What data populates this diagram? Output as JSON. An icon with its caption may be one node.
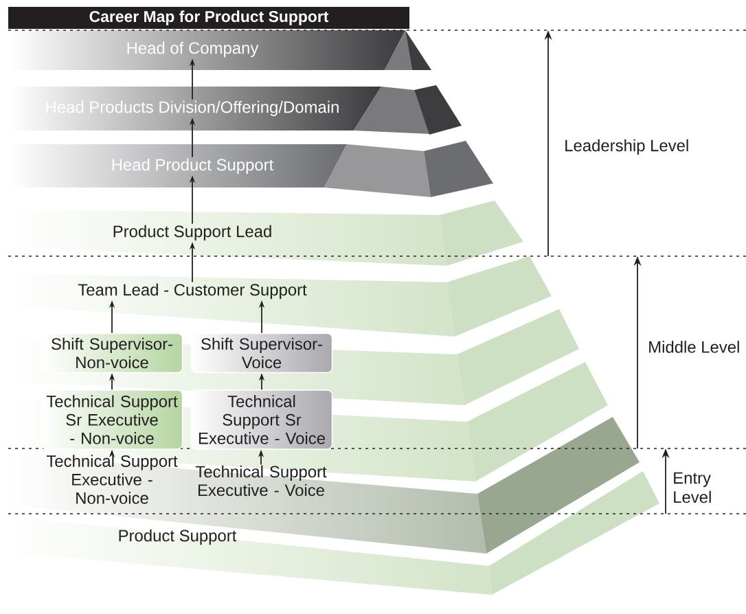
{
  "diagram": {
    "title": "Career Map for Product Support",
    "nodes": [
      {
        "text": [
          "Head of Company"
        ]
      },
      {
        "text": [
          "Head Products Division/Offering/Domain"
        ]
      },
      {
        "text": [
          "Head Product Support"
        ]
      },
      {
        "text": [
          "Product Support Lead"
        ]
      },
      {
        "text": [
          "Team Lead - Customer Support"
        ]
      },
      {
        "text": [
          "Shift Supervisor- Non-voice"
        ]
      },
      {
        "text": [
          "Shift Supervisor- Voice"
        ]
      },
      {
        "text": [
          "Technical Support Sr Executive - Non-voice"
        ]
      },
      {
        "text": [
          "Technical Support Sr Executive - Voice"
        ]
      },
      {
        "text": [
          "Technical Support Executive - Non-voice"
        ]
      },
      {
        "text": [
          "Technical Support Executive - Voice"
        ]
      },
      {
        "text": [
          "Product Support"
        ]
      }
    ],
    "edges": [
      {
        "from": 1,
        "to": 0,
        "arrow": "to"
      },
      {
        "from": 2,
        "to": 1,
        "arrow": "to"
      },
      {
        "from": 3,
        "to": 2,
        "arrow": "to"
      },
      {
        "from": 4,
        "to": 3,
        "arrow": "to"
      },
      {
        "from": 5,
        "to": 4,
        "arrow": "to"
      },
      {
        "from": 6,
        "to": 4,
        "arrow": "to"
      },
      {
        "from": 7,
        "to": 5,
        "arrow": "to"
      },
      {
        "from": 8,
        "to": 6,
        "arrow": "to"
      },
      {
        "from": 9,
        "to": 7,
        "arrow": "to"
      },
      {
        "from": 10,
        "to": 8,
        "arrow": "to"
      }
    ],
    "labels": [
      "Leadership Level",
      "Middle Level",
      "Entry Level"
    ]
  }
}
